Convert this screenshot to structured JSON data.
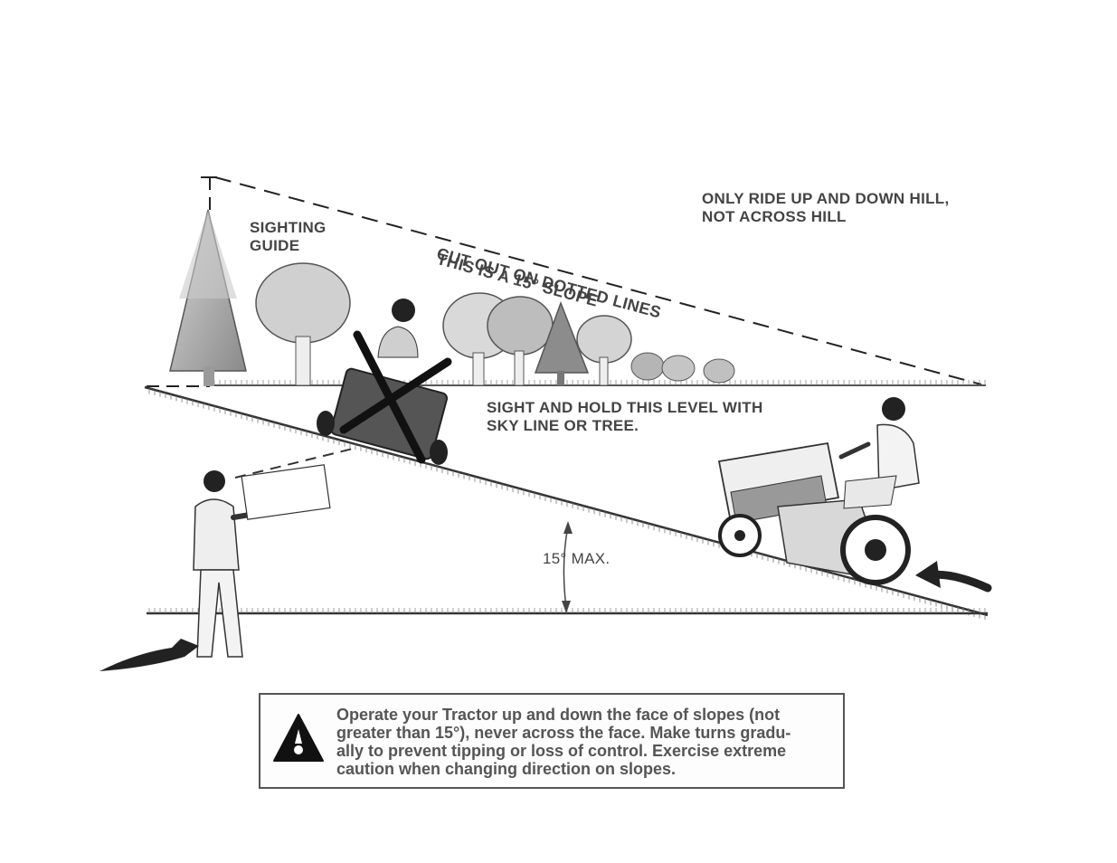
{
  "labels": {
    "sighting_guide": [
      "SIGHTING",
      "GUIDE"
    ],
    "cut_out": "CUT OUT ON DOTTED LINES",
    "slope_note": "THIS IS A 15° SLOPE",
    "ride_note": [
      "ONLY RIDE UP AND DOWN HILL,",
      "NOT ACROSS HILL"
    ],
    "sight_note": [
      "SIGHT AND HOLD THIS LEVEL WITH",
      "SKY LINE OR TREE."
    ],
    "angle_max": "15° MAX."
  },
  "warning": {
    "lines": [
      "Operate your Tractor up and down the face of slopes (not",
      "greater than 15°), never across the face. Make turns gradu-",
      "ally to prevent tipping or loss of control. Exercise extreme",
      "caution when changing direction on slopes."
    ],
    "icon": "warning-triangle-icon"
  },
  "colors": {
    "ink": "#222222",
    "gray": "#9a9a9a",
    "light": "#cfcfcf"
  }
}
